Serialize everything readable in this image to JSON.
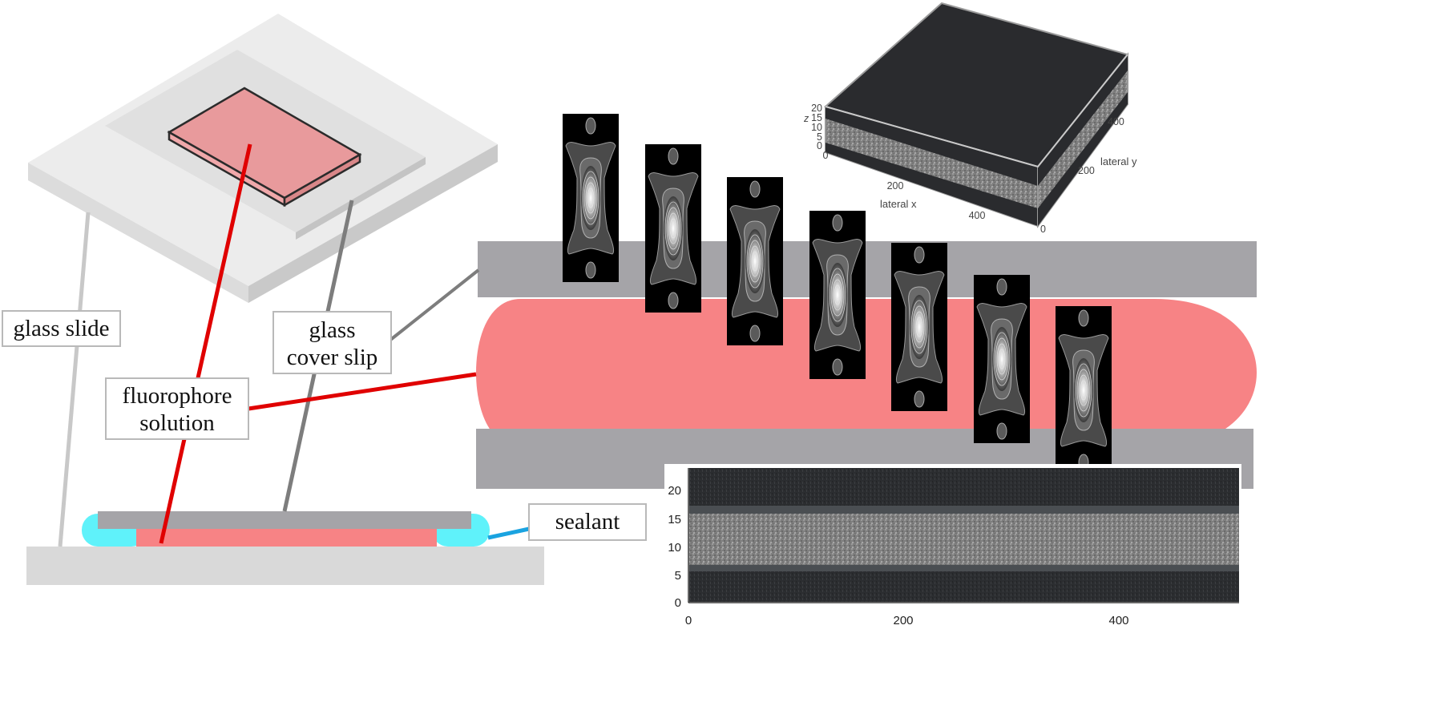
{
  "labels": {
    "glass_slide": "glass slide",
    "cover_slip_line1": "glass",
    "cover_slip_line2": "cover slip",
    "fluorophore_line1": "fluorophore",
    "fluorophore_line2": "solution",
    "sealant": "sealant"
  },
  "inset_3d": {
    "z_label": "z",
    "z_ticks": [
      "20",
      "15",
      "10",
      "5",
      "0"
    ],
    "x_ticks": [
      "0",
      "200",
      "400"
    ],
    "x_label": "lateral x",
    "y_ticks": [
      "0",
      "200",
      "400"
    ],
    "y_label": "lateral y"
  },
  "slice_chart": {
    "y_ticks": [
      "0",
      "5",
      "10",
      "15",
      "20"
    ],
    "x_ticks": [
      "0",
      "200",
      "400"
    ]
  },
  "psf_count": 7,
  "colors": {
    "fluorophore": "#f78385",
    "glass": "#a5a4a8",
    "sealant": "#5ff2fa",
    "pointer_red": "#e00000",
    "background": "#ffffff"
  }
}
